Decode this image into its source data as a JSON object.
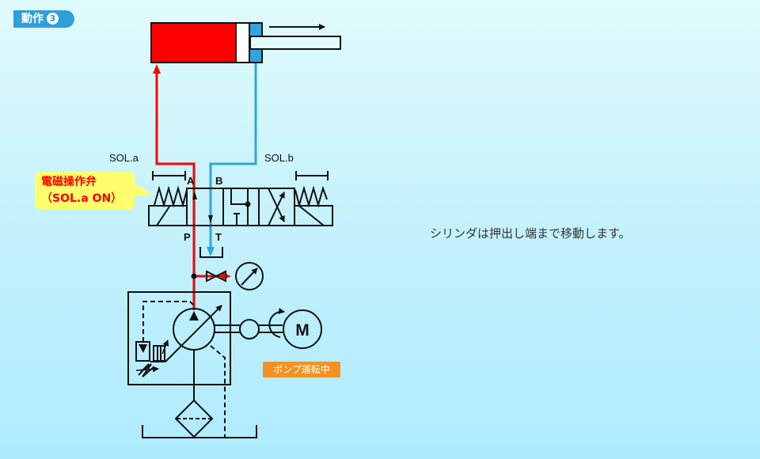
{
  "header": {
    "step_label": "動作",
    "step_number": "3"
  },
  "valve": {
    "sol_a_label": "SOL.a",
    "sol_b_label": "SOL.b",
    "port_a": "A",
    "port_b": "B",
    "port_p": "P",
    "port_t": "T"
  },
  "callout": {
    "line1": "電磁操作弁",
    "line2": "（SOL.a ON）"
  },
  "motor": {
    "label": "M"
  },
  "pump_status": "ポンプ運転中",
  "description": "シリンダは押出し端まで移動します。",
  "colors": {
    "pressure_line": "#ff0000",
    "return_line": "#2ea6dd",
    "badge": "#2f9fd9",
    "callout_bg": "#ffff6e",
    "status_bg": "#f39222"
  }
}
